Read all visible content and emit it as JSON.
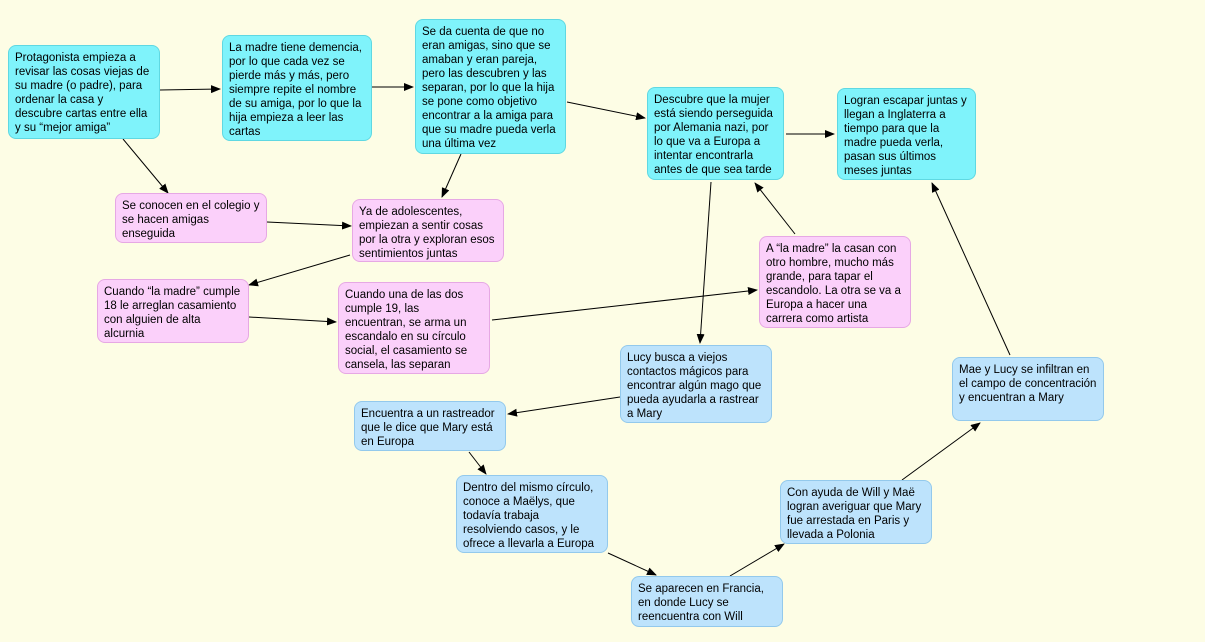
{
  "colors": {
    "background": "#fdfde5",
    "cyan": "#7ff3fb",
    "pink": "#fbd0fa",
    "blue": "#bde3fc",
    "edge": "#000000"
  },
  "nodes": {
    "n1": "Protagonista empieza a revisar las cosas viejas de su madre (o padre), para ordenar la casa y descubre cartas entre ella y su “mejor amiga”",
    "n2": "La madre tiene demencia, por lo que cada vez se pierde más y más, pero siempre repite el nombre de su amiga, por lo que la hija empieza a leer las cartas",
    "n3": "Se da cuenta de que no eran amigas, sino que se amaban y eran pareja, pero las descubren y las separan, por lo que la hija se pone como objetivo encontrar a la amiga para que su madre pueda verla una última vez",
    "n4": "Descubre que la mujer está siendo perseguida por Alemania nazi, por lo que va a Europa a intentar encontrarla antes de que sea tarde",
    "n5": "Logran escapar juntas y llegan a Inglaterra a tiempo para que la madre pueda verla, pasan sus últimos meses juntas",
    "p1": "Se conocen en el colegio y se hacen amigas enseguida",
    "p2": "Ya de adolescentes, empiezan a sentir cosas por la otra y exploran esos sentimientos juntas",
    "p3": "Cuando “la madre” cumple 18 le arreglan casamiento con alguien de alta alcurnia",
    "p4": "Cuando una de las dos cumple 19, las encuentran, se arma un escandalo en su círculo social, el casamiento se cansela, las separan",
    "p5": "A “la madre” la casan con otro hombre, mucho más grande, para tapar el escandolo. La otra se va a Europa a hacer una carrera como artista",
    "b1": "Lucy busca a viejos contactos mágicos para encontrar algún mago que pueda ayudarla a rastrear a Mary",
    "b2": "Encuentra a un rastreador que le dice que Mary está en Europa",
    "b3": "Dentro del mismo círculo, conoce a Maëlys, que todavía trabaja resolviendo casos, y le ofrece a llevarla a Europa",
    "b4": "Se aparecen en Francia, en donde Lucy se reencuentra con Will",
    "b5": "Con ayuda de Will y Maë logran averiguar que Mary fue arrestada en Paris y llevada a Polonia",
    "b6": "Mae y Lucy se infiltran en el campo de concentración y encuentran a Mary"
  }
}
